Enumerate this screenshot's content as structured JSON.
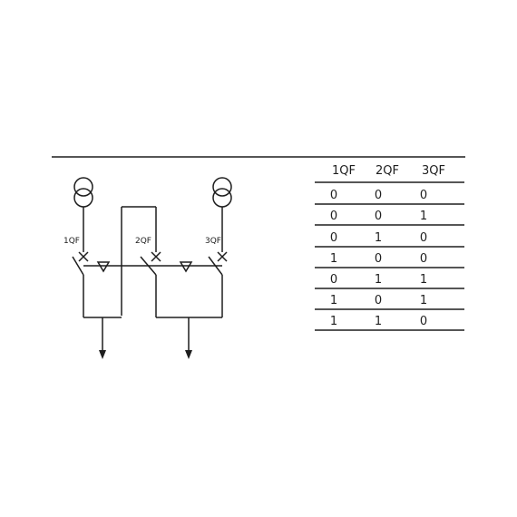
{
  "diagram": {
    "breakers": [
      "1QF",
      "2QF",
      "3QF"
    ],
    "sources": [
      "transformer-1",
      "transformer-2"
    ]
  },
  "truth_table": {
    "headers": [
      "1QF",
      "2QF",
      "3QF"
    ],
    "rows": [
      [
        "0",
        "0",
        "0"
      ],
      [
        "0",
        "0",
        "1"
      ],
      [
        "0",
        "1",
        "0"
      ],
      [
        "1",
        "0",
        "0"
      ],
      [
        "0",
        "1",
        "1"
      ],
      [
        "1",
        "0",
        "1"
      ],
      [
        "1",
        "1",
        "0"
      ]
    ]
  },
  "colors": {
    "line": "#1e1e1e",
    "background": "#ffffff"
  }
}
